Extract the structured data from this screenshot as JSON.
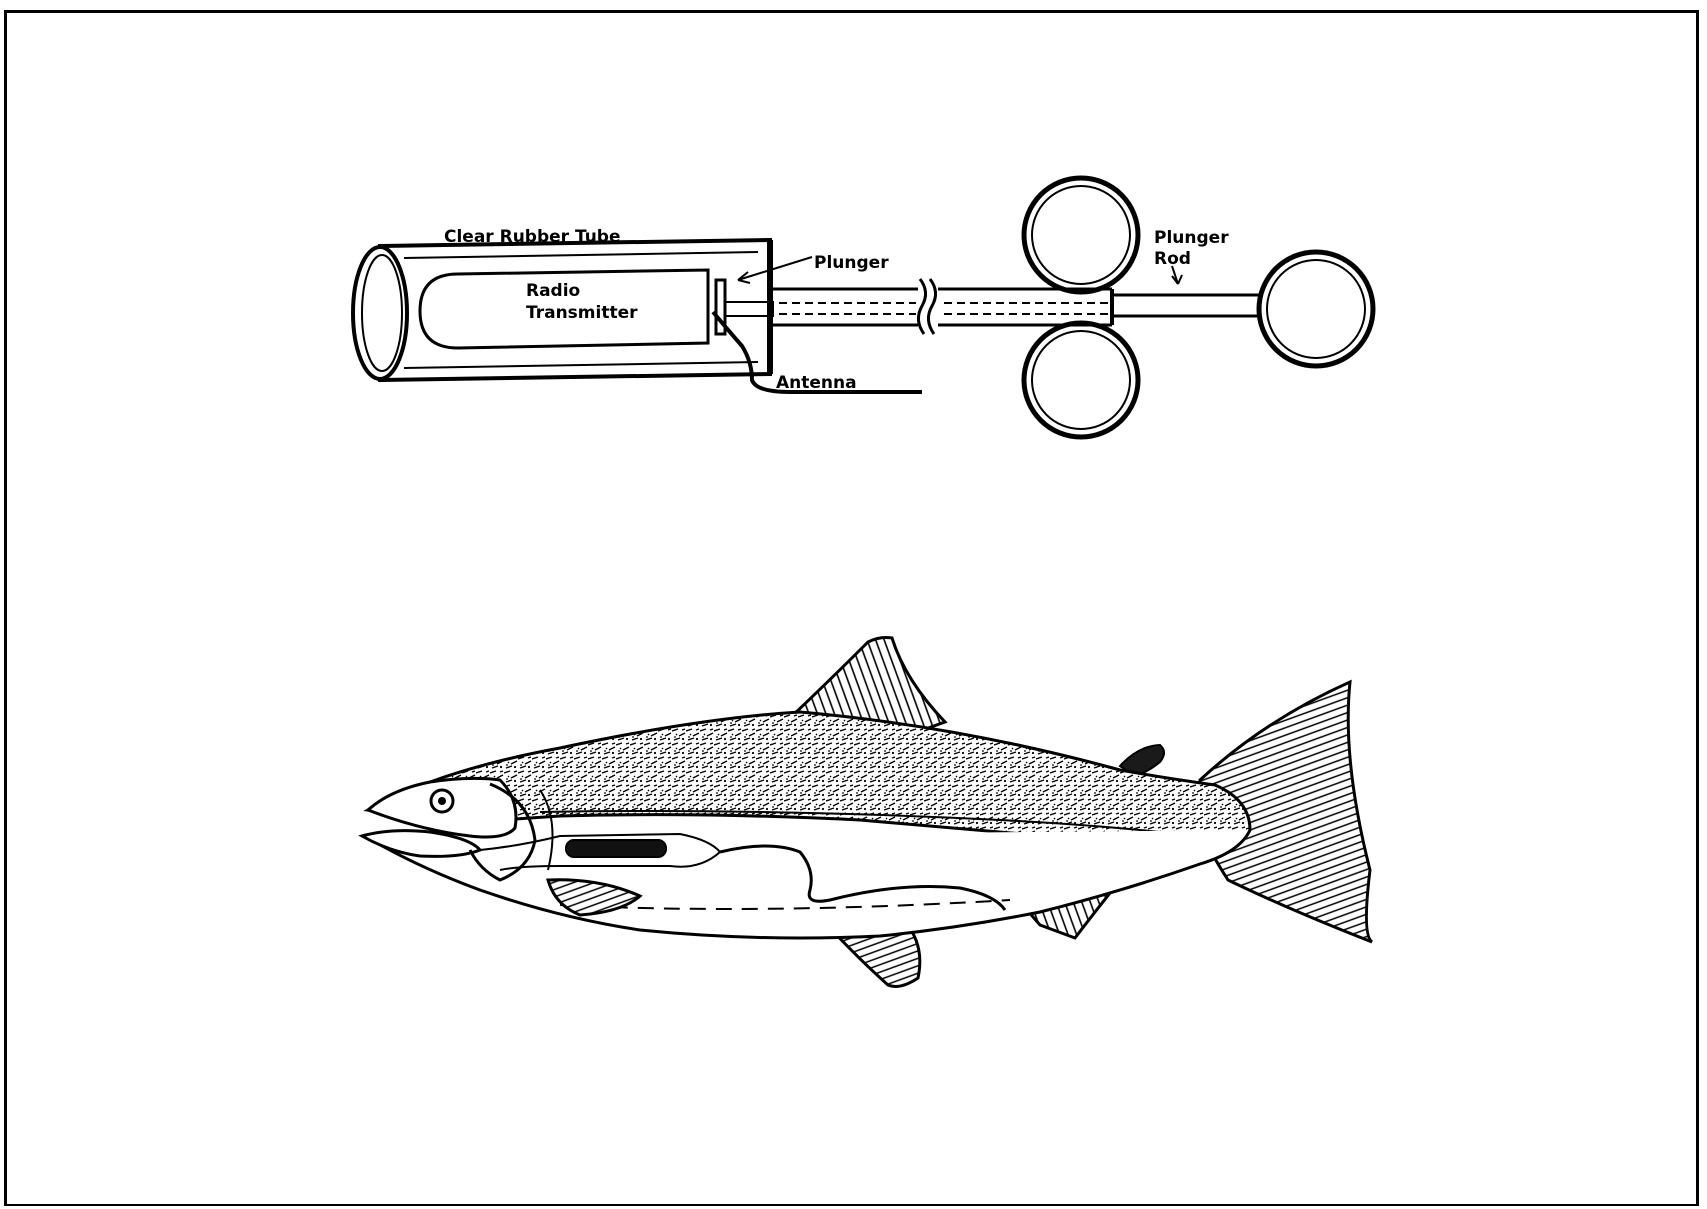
{
  "labels": {
    "tube": "Clear Rubber Tube",
    "plunger": "Plunger",
    "radio": "Radio",
    "transmitter": "Transmitter",
    "plunger_rod_1": "Plunger",
    "plunger_rod_2": "Rod",
    "antenna": "Antenna"
  }
}
